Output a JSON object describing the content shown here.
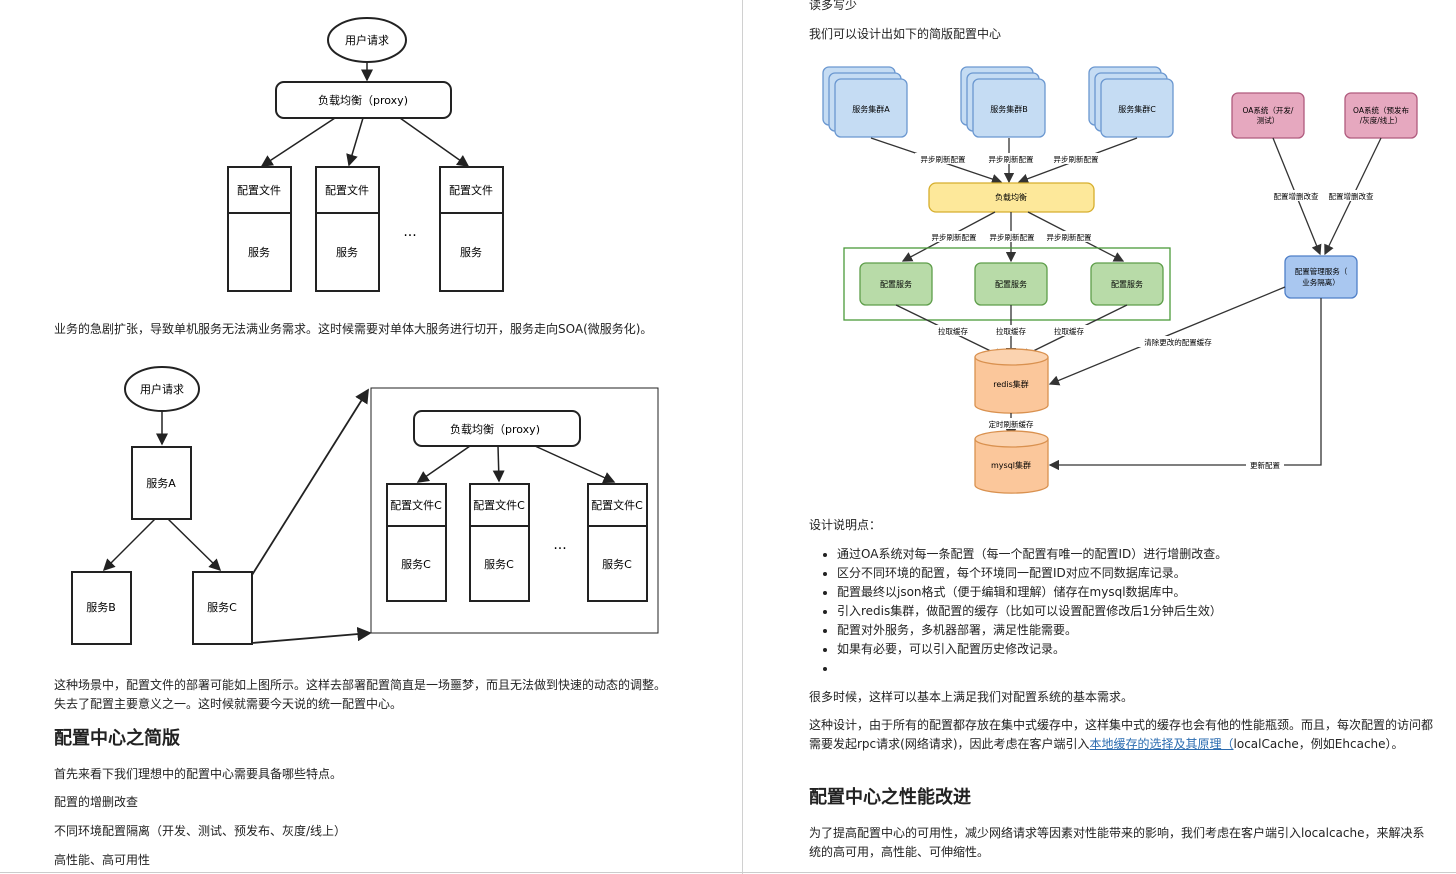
{
  "left": {
    "diagram1": {
      "user_request": "用户请求",
      "load_balancer": "负载均衡（proxy)",
      "node_top": "配置文件",
      "node_bottom": "服务",
      "ellipsis": "..."
    },
    "para1": "业务的急剧扩张，导致单机服务无法满业务需求。这时候需要对单体大服务进行切开，服务走向SOA(微服务化)。",
    "diagram2": {
      "user_request": "用户请求",
      "service_a": "服务A",
      "service_b": "服务B",
      "service_c": "服务C",
      "load_balancer": "负载均衡（proxy)",
      "node_top": "配置文件C",
      "node_bottom": "服务C",
      "ellipsis": "..."
    },
    "para2": "这种场景中，配置文件的部署可能如上图所示。这样去部署配置简直是一场噩梦，而且无法做到快速的动态的调整。失去了配置主要意义之一。这时候就需要今天说的统一配置中心。",
    "heading": "配置中心之简版",
    "para3": "首先来看下我们理想中的配置中心需要具备哪些特点。",
    "para4": "配置的增删改查",
    "para5": "不同环境配置隔离（开发、测试、预发布、灰度/线上）",
    "para6": "高性能、高可用性"
  },
  "right": {
    "top_text": "读多写少",
    "intro": "我们可以设计出如下的简版配置中心",
    "arch": {
      "cluster_a": "服务集群A",
      "cluster_b": "服务集群B",
      "cluster_c": "服务集群C",
      "oa_dev": "OA系统（开发/测试）",
      "oa_pre": "OA系统（预发布/灰度/线上）",
      "async_refresh": "异步刷新配置",
      "load_balancer": "负载均衡",
      "config_service": "配置服务",
      "pull_cache": "拉取缓存",
      "redis": "redis集群",
      "timed_refresh": "定时刷新缓存",
      "mysql": "mysql集群",
      "config_crud": "配置增删改查",
      "config_mgmt": "配置管理服务（业务隔离）",
      "clear_cache": "清除更改的配置缓存",
      "update_config": "更新配置"
    },
    "design_label": "设计说明点：",
    "bullets": [
      "通过OA系统对每一条配置（每一个配置有唯一的配置ID）进行增删改查。",
      "区分不同环境的配置，每个环境同一配置ID对应不同数据库记录。",
      "配置最终以json格式（便于编辑和理解）储存在mysql数据库中。",
      "引入redis集群，做配置的缓存（比如可以设置配置修改后1分钟后生效）",
      "配置对外服务，多机器部署，满足性能需要。",
      "如果有必要，可以引入配置历史修改记录。",
      ""
    ],
    "para1": "很多时候，这样可以基本上满足我们对配置系统的基本需求。",
    "para2_before": "这种设计，由于所有的配置都存放在集中式缓存中，这样集中式的缓存也会有他的性能瓶颈。而且，每次配置的访问都需要发起rpc请求(网络请求)，因此考虑在客户端引入",
    "para2_link": "本地缓存的选择及其原理（",
    "para2_after": "localCache，例如Ehcache）。",
    "heading": "配置中心之性能改进",
    "para3": "为了提高配置中心的可用性，减少网络请求等因素对性能带来的影响，我们考虑在客户端引入localcache，来解决系统的高可用，高性能、可伸缩性。"
  }
}
